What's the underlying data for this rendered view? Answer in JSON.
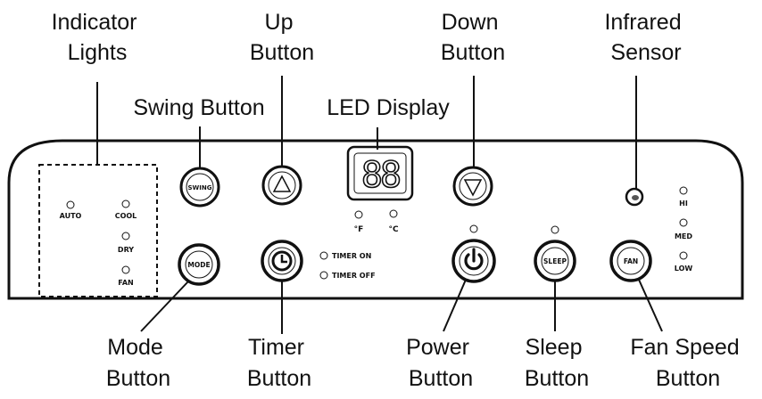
{
  "labels": {
    "indicator_lights": [
      "Indicator",
      "Lights"
    ],
    "up_button": [
      "Up",
      "Button"
    ],
    "down_button": [
      "Down",
      "Button"
    ],
    "infrared_sensor": [
      "Infrared",
      "Sensor"
    ],
    "swing_button": "Swing Button",
    "led_display": "LED Display",
    "mode_button": [
      "Mode",
      "Button"
    ],
    "timer_button": [
      "Timer",
      "Button"
    ],
    "power_button": [
      "Power",
      "Button"
    ],
    "sleep_button": [
      "Sleep",
      "Button"
    ],
    "fan_speed_button": [
      "Fan Speed",
      "Button"
    ]
  },
  "panel": {
    "display_digits": "88",
    "unit_f": "°F",
    "unit_c": "°C",
    "indicators": {
      "auto": "AUTO",
      "cool": "COOL",
      "dry": "DRY",
      "fan": "FAN"
    },
    "timer_on": "TIMER ON",
    "timer_off": "TIMER OFF",
    "speeds": {
      "hi": "HI",
      "med": "MED",
      "low": "LOW"
    },
    "button_text": {
      "swing": "SWING",
      "mode": "MODE",
      "sleep": "SLEEP",
      "fan": "FAN"
    }
  },
  "icons": {
    "up": "triangle-up-icon",
    "down": "triangle-down-icon",
    "timer": "clock-icon",
    "power": "power-icon"
  }
}
